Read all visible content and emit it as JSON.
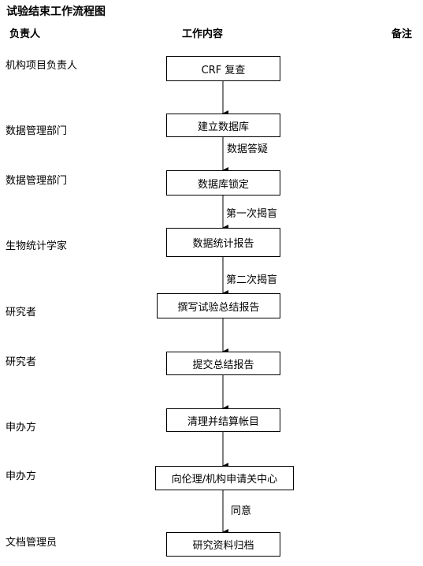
{
  "title": "试验结束工作流程图",
  "headers": {
    "responsible": "负责人",
    "content": "工作内容",
    "remarks": "备注"
  },
  "steps": [
    {
      "role": "机构项目负责人",
      "task": "CRF 复查"
    },
    {
      "role": "数据管理部门",
      "task": "建立数据库"
    },
    {
      "role": "数据管理部门",
      "task": "数据库锁定"
    },
    {
      "role": "生物统计学家",
      "task": "数据统计报告"
    },
    {
      "role": "研究者",
      "task": "撰写试验总结报告"
    },
    {
      "role": "研究者",
      "task": "提交总结报告"
    },
    {
      "role": "申办方",
      "task": "清理并结算帐目"
    },
    {
      "role": "申办方",
      "task": "向伦理/机构申请关中心"
    },
    {
      "role": "文档管理员",
      "task": "研究资料归档"
    }
  ],
  "arrow_labels": [
    "数据答疑",
    "第一次揭盲",
    "第二次揭盲",
    "同意"
  ]
}
